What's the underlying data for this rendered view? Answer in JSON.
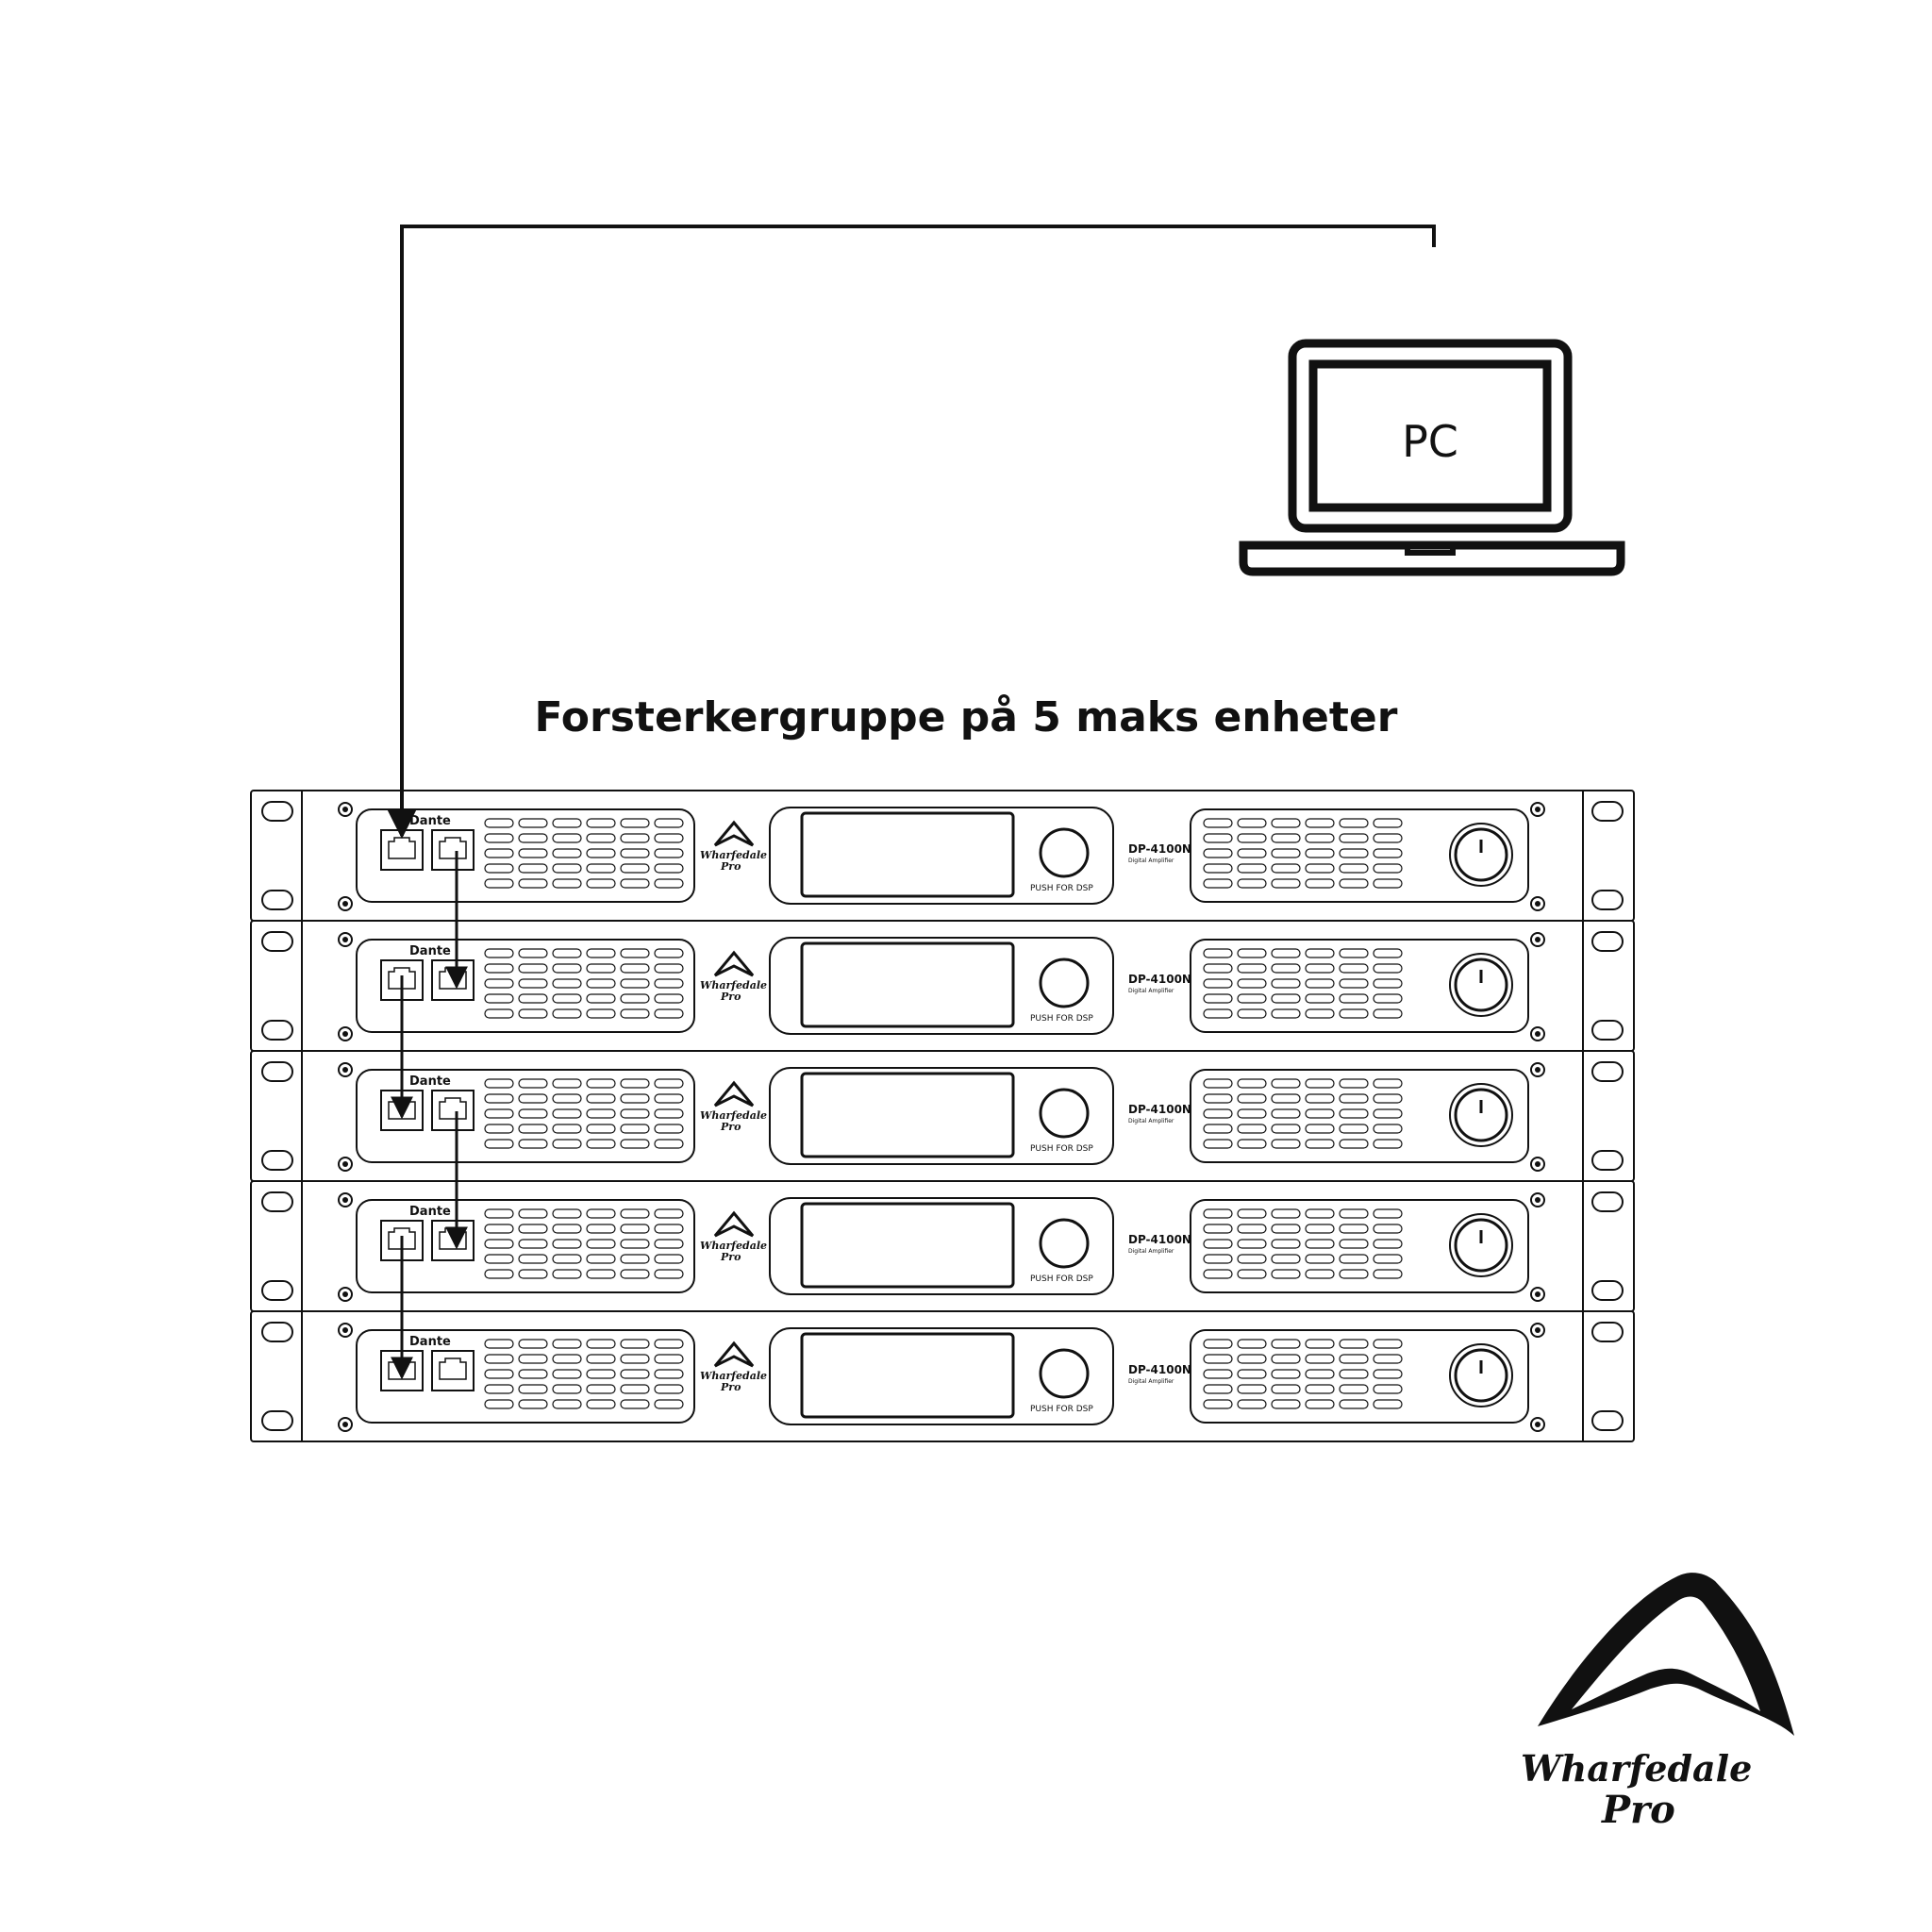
{
  "pc": {
    "label": "PC"
  },
  "group_title": "Forsterkergruppe på 5 maks enheter",
  "amplifier": {
    "dante_label": "Dante",
    "brand_line1": "Wharfedale",
    "brand_line2": "Pro",
    "model": "DP-4100N",
    "model_sub": "Digital Amplifier",
    "dsp_label": "PUSH FOR DSP"
  },
  "units": [
    {
      "id": 1
    },
    {
      "id": 2
    },
    {
      "id": 3
    },
    {
      "id": 4
    },
    {
      "id": 5
    }
  ],
  "logo": {
    "line1": "Wharfedale",
    "line2": "Pro"
  },
  "colors": {
    "line": "#111111",
    "background": "#ffffff"
  }
}
